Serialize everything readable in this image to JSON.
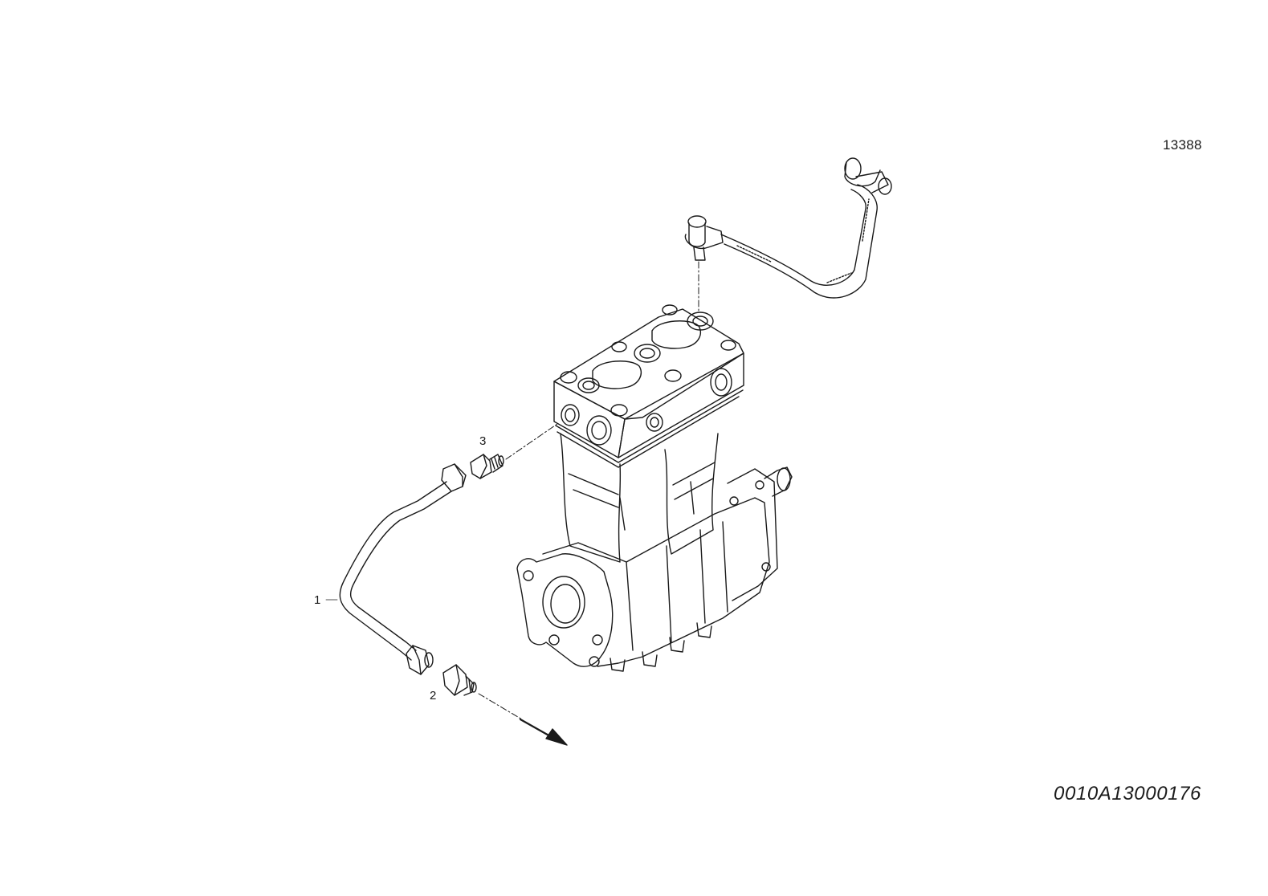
{
  "reference_number": "13388",
  "drawing_id": "0010A13000176",
  "callouts": {
    "part_1": "1",
    "part_2": "2",
    "part_3": "3"
  },
  "colors": {
    "line": "#1a1a1a",
    "background": "#ffffff"
  }
}
